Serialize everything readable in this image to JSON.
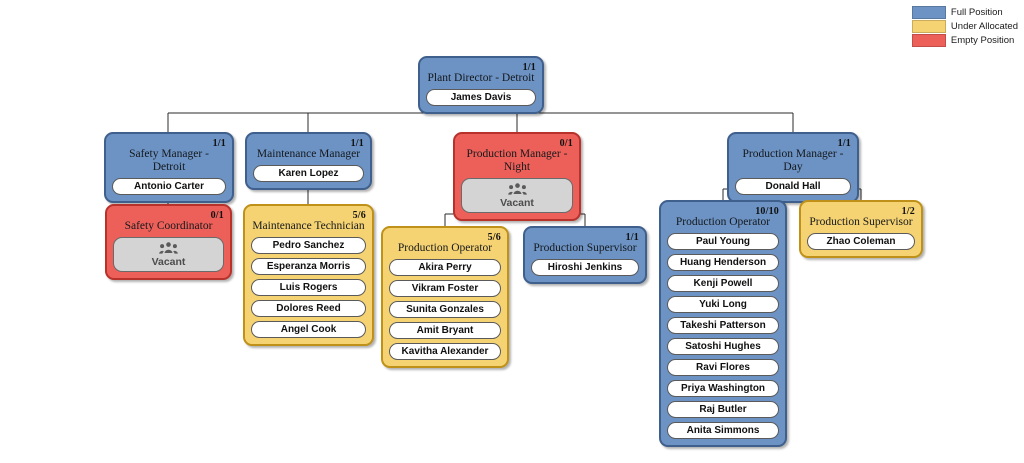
{
  "legend": {
    "items": [
      {
        "label": "Full Position",
        "color": "#6c93c4",
        "name": "legend-full-position"
      },
      {
        "label": "Under Allocated",
        "color": "#f6d372",
        "name": "legend-under-allocated"
      },
      {
        "label": "Empty Position",
        "color": "#ec6059",
        "name": "legend-empty-position"
      }
    ]
  },
  "vacant_text": "Vacant",
  "nodes": {
    "plant_director": {
      "title": "Plant Director - Detroit",
      "count": "1/1",
      "status": "full",
      "members": [
        "James Davis"
      ]
    },
    "safety_manager": {
      "title": "Safety Manager - Detroit",
      "count": "1/1",
      "status": "full",
      "members": [
        "Antonio Carter"
      ]
    },
    "maintenance_manager": {
      "title": "Maintenance Manager",
      "count": "1/1",
      "status": "full",
      "members": [
        "Karen Lopez"
      ]
    },
    "production_manager_night": {
      "title": "Production Manager - Night",
      "count": "0/1",
      "status": "empty",
      "members": []
    },
    "production_manager_day": {
      "title": "Production Manager - Day",
      "count": "1/1",
      "status": "full",
      "members": [
        "Donald Hall"
      ]
    },
    "safety_coordinator": {
      "title": "Safety Coordinator",
      "count": "0/1",
      "status": "empty",
      "members": []
    },
    "maintenance_technician": {
      "title": "Maintenance Technician",
      "count": "5/6",
      "status": "under",
      "members": [
        "Pedro Sanchez",
        "Esperanza Morris",
        "Luis Rogers",
        "Dolores Reed",
        "Angel Cook"
      ]
    },
    "production_operator_night": {
      "title": "Production Operator",
      "count": "5/6",
      "status": "under",
      "members": [
        "Akira Perry",
        "Vikram Foster",
        "Sunita Gonzales",
        "Amit Bryant",
        "Kavitha Alexander"
      ]
    },
    "production_supervisor_night": {
      "title": "Production Supervisor",
      "count": "1/1",
      "status": "full",
      "members": [
        "Hiroshi Jenkins"
      ]
    },
    "production_operator_day": {
      "title": "Production Operator",
      "count": "10/10",
      "status": "full",
      "members": [
        "Paul Young",
        "Huang Henderson",
        "Kenji Powell",
        "Yuki Long",
        "Takeshi Patterson",
        "Satoshi Hughes",
        "Ravi Flores",
        "Priya Washington",
        "Raj Butler",
        "Anita Simmons"
      ]
    },
    "production_supervisor_day": {
      "title": "Production Supervisor",
      "count": "1/2",
      "status": "under",
      "members": [
        "Zhao Coleman"
      ]
    }
  }
}
